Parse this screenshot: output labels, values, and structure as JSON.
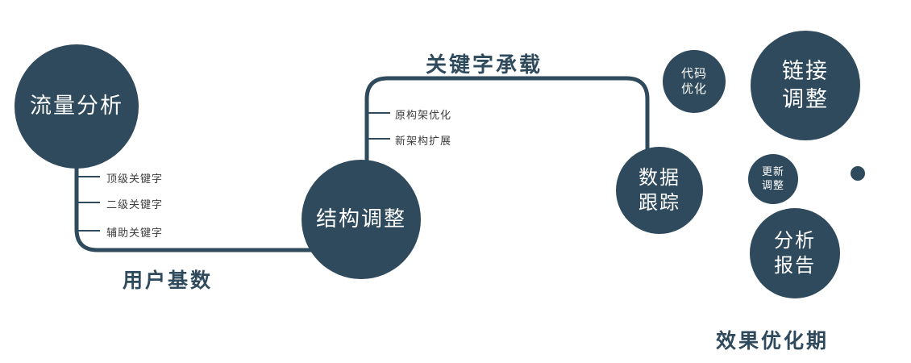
{
  "colors": {
    "accent": "#2e4a5c"
  },
  "nodes": {
    "traffic": {
      "label": "流量分析"
    },
    "structure": {
      "label": "结构调整"
    },
    "tracking": {
      "line1": "数据",
      "line2": "跟踪"
    },
    "code": {
      "line1": "代码",
      "line2": "优化"
    },
    "link": {
      "line1": "链接",
      "line2": "调整"
    },
    "update": {
      "line1": "更新",
      "line2": "调整"
    },
    "report": {
      "line1": "分析",
      "line2": "报告"
    }
  },
  "edges": {
    "user_base": "用户基数",
    "keyword_carry": "关键字承载"
  },
  "branches": {
    "traffic": [
      "顶级关键字",
      "二级关键字",
      "辅助关键字"
    ],
    "structure": [
      "原构架优化",
      "新架构扩展"
    ]
  },
  "caption": "效果优化期"
}
